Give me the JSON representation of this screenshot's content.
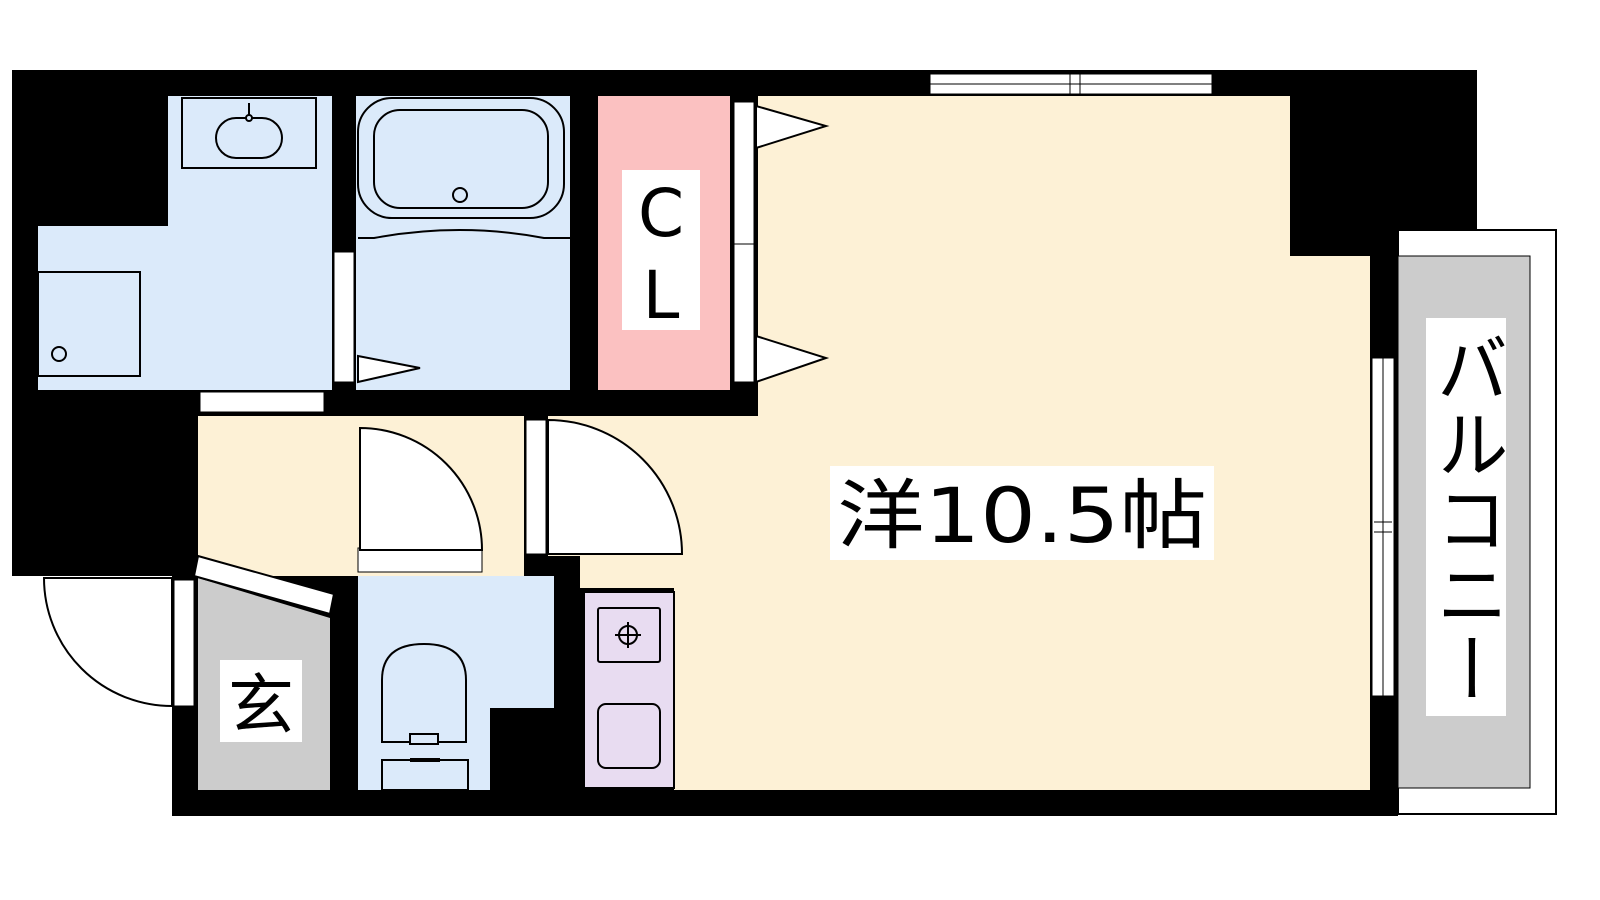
{
  "rooms": {
    "western_room": {
      "label": "洋10.5帖"
    },
    "closet": {
      "label_line1": "C",
      "label_line2": "L"
    },
    "entrance": {
      "label": "玄"
    },
    "balcony": {
      "label": "バルコニー"
    }
  },
  "colors": {
    "wall": "#000000",
    "western_room": "#fdf1d6",
    "wet_area": "#dbeafa",
    "closet": "#fbc1c1",
    "kitchen": "#e8dcf1",
    "entrance": "#cccccc",
    "balcony": "#cccccc",
    "label_bg": "#ffffff"
  }
}
